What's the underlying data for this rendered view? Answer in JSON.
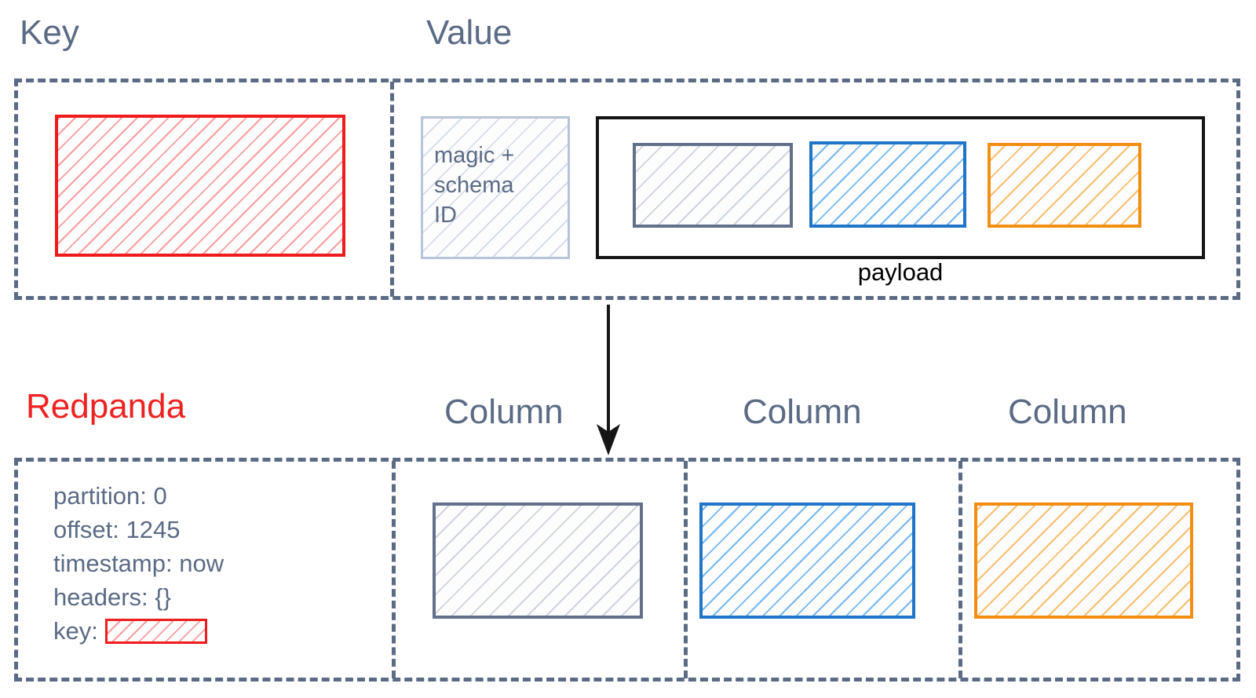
{
  "diagram": {
    "title_labels": {
      "key": "Key",
      "value": "Value",
      "redpanda": "Redpanda",
      "column_1": "Column",
      "column_2": "Column",
      "column_3": "Column"
    },
    "top_section": {
      "key_panel": {
        "label": "Key",
        "swatch_color": "#ee1c1c",
        "swatch_name": "key-bytes-block"
      },
      "value_panel": {
        "label": "Value",
        "magic_schema_box": {
          "text": "magic + schema ID",
          "text_line_1": "magic +",
          "text_line_2": "schema",
          "text_line_3": "ID",
          "border_color": "#b8c4d9"
        },
        "payload": {
          "label": "payload",
          "border_color": "#151515",
          "fields": [
            {
              "name": "field-1",
              "color": "#62708a"
            },
            {
              "name": "field-2",
              "color": "#1f76c8"
            },
            {
              "name": "field-3",
              "color": "#f18f13"
            }
          ]
        }
      }
    },
    "arrow": {
      "name": "transform-arrow",
      "direction": "down",
      "color": "#151515"
    },
    "bottom_section": {
      "redpanda_panel": {
        "label": "Redpanda",
        "label_color": "#ee2222",
        "metadata": [
          {
            "key": "partition",
            "text": "partition: 0"
          },
          {
            "key": "offset",
            "text": "offset: 1245"
          },
          {
            "key": "timestamp",
            "text": "timestamp: now"
          },
          {
            "key": "headers",
            "text": "headers: {}"
          }
        ],
        "key_row": {
          "label": "key:",
          "swatch_color": "#ee1c1c"
        }
      },
      "columns": [
        {
          "label": "Column",
          "color": "#62708a",
          "name": "column-cell-1"
        },
        {
          "label": "Column",
          "color": "#1f76c8",
          "name": "column-cell-2"
        },
        {
          "label": "Column",
          "color": "#f18f13",
          "name": "column-cell-3"
        }
      ]
    },
    "colors": {
      "slate": "#5b6b84",
      "red": "#ee1c1c",
      "blue": "#1f76c8",
      "orange": "#f18f13",
      "light_gray": "#b8c4d9",
      "black": "#151515"
    }
  }
}
